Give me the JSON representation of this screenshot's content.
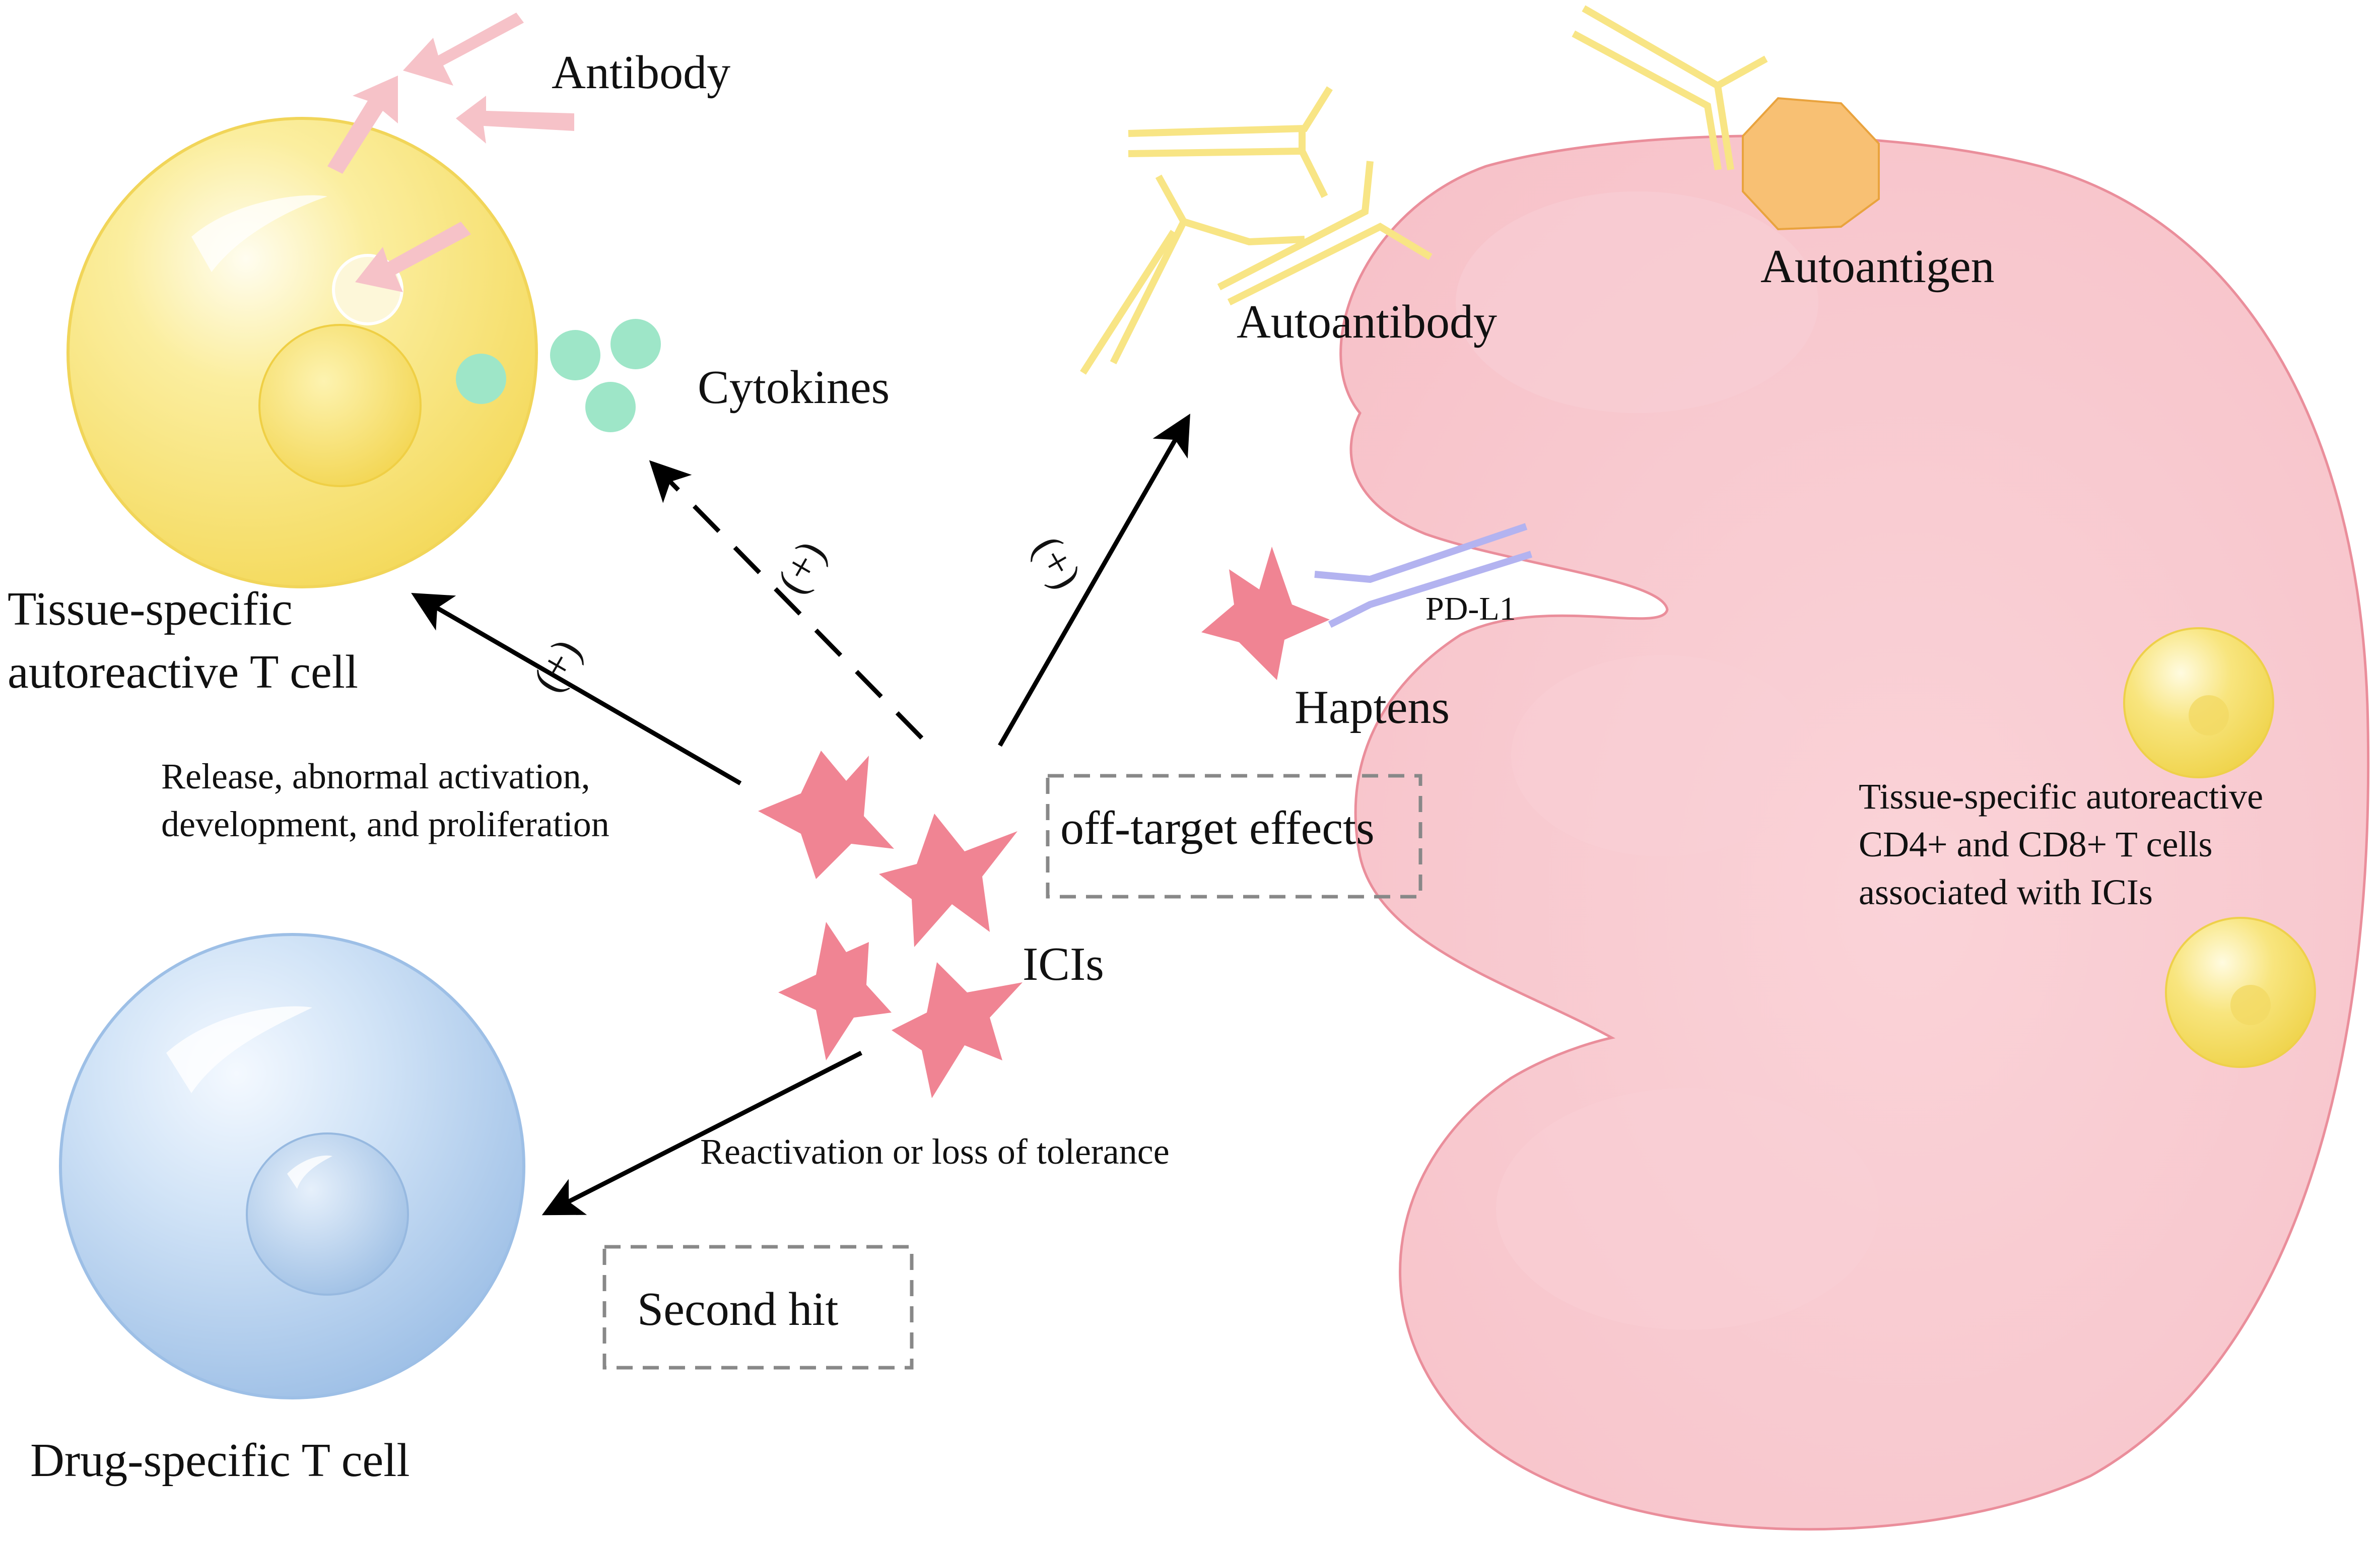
{
  "labels": {
    "antibody": "Antibody",
    "cytokines": "Cytokines",
    "tissue_t_cell_line1": "Tissue-specific",
    "tissue_t_cell_line2": "autoreactive T cell",
    "release_line1": "Release, abnormal activation,",
    "release_line2": "development, and proliferation",
    "autoantibody": "Autoantibody",
    "autoantigen": "Autoantigen",
    "pd_l1": "PD-L1",
    "haptens": "Haptens",
    "off_target": "off-target effects",
    "icis": "ICIs",
    "reactivation": "Reactivation or loss of tolerance",
    "second_hit": "Second hit",
    "drug_t_cell": "Drug-specific T cell",
    "organ_cells_line1": "Tissue-specific autoreactive",
    "organ_cells_line2": "CD4+ and CD8+ T cells",
    "organ_cells_line3": "associated with ICIs",
    "plus_sign": "(+)"
  },
  "colors": {
    "organ_fill": "#f8c9cf",
    "organ_stroke": "#e98b98",
    "yellow_cell": "#f8e37a",
    "blue_cell": "#a9c9ec",
    "star": "#f08493",
    "cytokine": "#9ee6c8",
    "antibody_yellow": "#f8e585",
    "antibody_pink": "#f6c2c8",
    "autoantigen": "#f8c073",
    "pd_l1": "#b3b3f0",
    "arrow": "#000000",
    "dash_box": "#888888"
  }
}
